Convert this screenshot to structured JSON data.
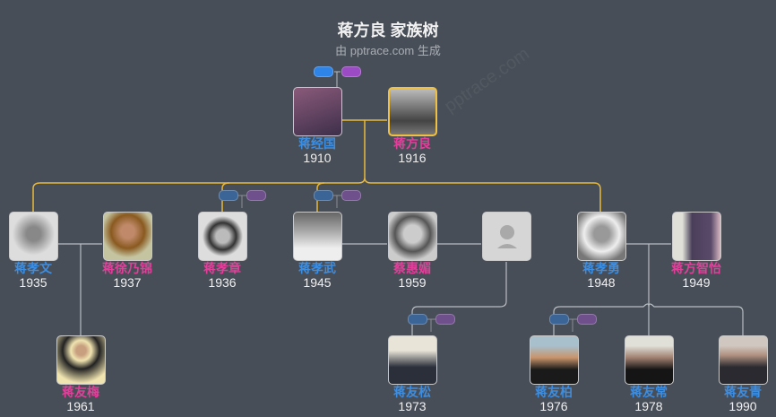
{
  "header": {
    "title": "蒋方良 家族树",
    "subtitle": "由 pptrace.com 生成",
    "watermark": "pptrace.com"
  },
  "colors": {
    "background": "#484e57",
    "male_name": "#3d8de0",
    "female_name": "#e0409a",
    "main_line": "#e8b83c",
    "secondary_line": "#b8bcc2",
    "selected_border": "#f0c040"
  },
  "tree": {
    "generation1": [
      {
        "name": "蒋经国",
        "year": "1910",
        "gender": "male",
        "photo": "portrait-photo"
      },
      {
        "name": "蒋方良",
        "year": "1916",
        "gender": "female",
        "photo": "couple-photo",
        "selected": true
      }
    ],
    "generation2": [
      {
        "name": "蒋孝文",
        "year": "1935",
        "gender": "male"
      },
      {
        "name": "蒋徐乃锦",
        "year": "1937",
        "gender": "female"
      },
      {
        "name": "蒋孝章",
        "year": "1936",
        "gender": "female"
      },
      {
        "name": "蒋孝武",
        "year": "1945",
        "gender": "male"
      },
      {
        "name": "蔡惠媚",
        "year": "1959",
        "gender": "female"
      },
      {
        "name": "",
        "year": "",
        "gender": "unknown",
        "photo": "placeholder"
      },
      {
        "name": "蒋孝勇",
        "year": "1948",
        "gender": "male"
      },
      {
        "name": "蒋方智怡",
        "year": "1949",
        "gender": "female"
      }
    ],
    "generation3": [
      {
        "name": "蒋友梅",
        "year": "1961",
        "gender": "female"
      },
      {
        "name": "蒋友松",
        "year": "1973",
        "gender": "male"
      },
      {
        "name": "蒋友柏",
        "year": "1976",
        "gender": "male"
      },
      {
        "name": "蒋友常",
        "year": "1978",
        "gender": "male"
      },
      {
        "name": "蒋友青",
        "year": "1990",
        "gender": "male"
      }
    ]
  }
}
